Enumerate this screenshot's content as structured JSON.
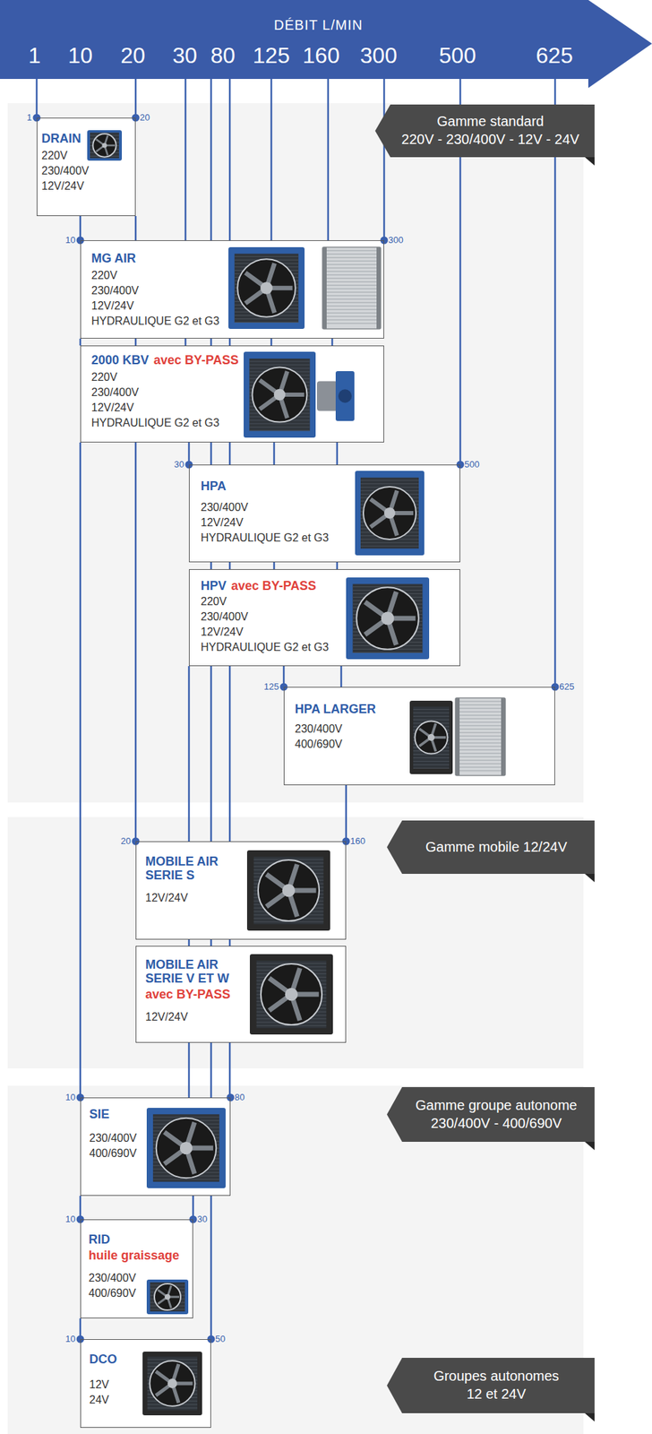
{
  "diagram": {
    "nodes": [
      {
        "text": [
          "DÉBIT L/MIN",
          "1",
          "10",
          "20",
          "30",
          "80",
          "125",
          "160",
          "300",
          "500",
          "625"
        ]
      },
      {
        "text": [
          "Gamme standard",
          "220V - 230/400V - 12V - 24V"
        ]
      },
      {
        "text": [
          "DRAIN",
          "220V",
          "230/400V",
          "12V/24V"
        ]
      },
      {
        "text": [
          "MG AIR",
          "220V",
          "230/400V",
          "12V/24V",
          "HYDRAULIQUE G2 et G3"
        ]
      },
      {
        "text": [
          "2000 KBV",
          "avec BY-PASS",
          "220V",
          "230/400V",
          "12V/24V",
          "HYDRAULIQUE G2 et G3"
        ]
      },
      {
        "text": [
          "HPA",
          "230/400V",
          "12V/24V",
          "HYDRAULIQUE G2 et G3"
        ]
      },
      {
        "text": [
          "HPV",
          "avec BY-PASS",
          "220V",
          "230/400V",
          "12V/24V",
          "HYDRAULIQUE G2 et G3"
        ]
      },
      {
        "text": [
          "HPA LARGER",
          "230/400V",
          "400/690V"
        ]
      },
      {
        "text": [
          "Gamme mobile 12/24V"
        ]
      },
      {
        "text": [
          "MOBILE AIR SERIE S",
          "12V/24V"
        ]
      },
      {
        "text": [
          "MOBILE AIR SERIE V ET W",
          "avec BY-PASS",
          "12V/24V"
        ]
      },
      {
        "text": [
          "Gamme groupe autonome",
          "230/400V - 400/690V"
        ]
      },
      {
        "text": [
          "SIE",
          "230/400V",
          "400/690V"
        ]
      },
      {
        "text": [
          "RID",
          "huile graissage",
          "230/400V",
          "400/690V"
        ]
      },
      {
        "text": [
          "Groupes autonomes",
          "12 et 24V"
        ]
      },
      {
        "text": [
          "DCO",
          "12V",
          "24V"
        ]
      }
    ],
    "edges": [
      {
        "from": 0,
        "to": 2,
        "arrow": "none"
      },
      {
        "from": 0,
        "to": 2,
        "arrow": "none"
      },
      {
        "from": 0,
        "to": 3,
        "arrow": "none"
      },
      {
        "from": 0,
        "to": 3,
        "arrow": "none"
      },
      {
        "from": 0,
        "to": 3,
        "arrow": "none"
      },
      {
        "from": 0,
        "to": 3,
        "arrow": "none"
      },
      {
        "from": 0,
        "to": 3,
        "arrow": "none"
      },
      {
        "from": 0,
        "to": 3,
        "arrow": "none"
      },
      {
        "from": 0,
        "to": 5,
        "arrow": "none"
      },
      {
        "from": 0,
        "to": 7,
        "arrow": "none"
      },
      {
        "from": 2,
        "to": 3,
        "arrow": "none"
      },
      {
        "from": 2,
        "to": 3,
        "arrow": "none"
      },
      {
        "from": 3,
        "to": 4,
        "arrow": "none"
      },
      {
        "from": 3,
        "to": 4,
        "arrow": "none"
      },
      {
        "from": 3,
        "to": 4,
        "arrow": "none"
      },
      {
        "from": 3,
        "to": 4,
        "arrow": "none"
      },
      {
        "from": 3,
        "to": 4,
        "arrow": "none"
      },
      {
        "from": 3,
        "to": 4,
        "arrow": "none"
      },
      {
        "from": 3,
        "to": 4,
        "arrow": "none"
      },
      {
        "from": 4,
        "to": 5,
        "arrow": "none"
      },
      {
        "from": 4,
        "to": 5,
        "arrow": "none"
      },
      {
        "from": 4,
        "to": 5,
        "arrow": "none"
      },
      {
        "from": 4,
        "to": 5,
        "arrow": "none"
      },
      {
        "from": 4,
        "to": 5,
        "arrow": "none"
      },
      {
        "from": 4,
        "to": 12,
        "arrow": "none"
      },
      {
        "from": 4,
        "to": 9,
        "arrow": "none"
      },
      {
        "from": 5,
        "to": 6,
        "arrow": "none"
      },
      {
        "from": 5,
        "to": 6,
        "arrow": "none"
      },
      {
        "from": 5,
        "to": 6,
        "arrow": "none"
      },
      {
        "from": 5,
        "to": 6,
        "arrow": "none"
      },
      {
        "from": 6,
        "to": 7,
        "arrow": "none"
      },
      {
        "from": 6,
        "to": 7,
        "arrow": "none"
      },
      {
        "from": 6,
        "to": 9,
        "arrow": "none"
      },
      {
        "from": 6,
        "to": 9,
        "arrow": "none"
      },
      {
        "from": 6,
        "to": 9,
        "arrow": "none"
      },
      {
        "from": 7,
        "to": 9,
        "arrow": "none"
      },
      {
        "from": 9,
        "to": 10,
        "arrow": "none"
      },
      {
        "from": 9,
        "to": 10,
        "arrow": "none"
      },
      {
        "from": 9,
        "to": 10,
        "arrow": "none"
      },
      {
        "from": 10,
        "to": 12,
        "arrow": "none"
      },
      {
        "from": 10,
        "to": 12,
        "arrow": "none"
      },
      {
        "from": 10,
        "to": 12,
        "arrow": "none"
      },
      {
        "from": 12,
        "to": 13,
        "arrow": "none"
      },
      {
        "from": 12,
        "to": 13,
        "arrow": "none"
      },
      {
        "from": 12,
        "to": 15,
        "arrow": "none"
      },
      {
        "from": 13,
        "to": 15,
        "arrow": "none"
      }
    ],
    "labels": [
      "1",
      "20",
      "10",
      "300",
      "30",
      "500",
      "125",
      "625",
      "20",
      "160",
      "10",
      "80",
      "10",
      "30",
      "10",
      "50"
    ]
  }
}
